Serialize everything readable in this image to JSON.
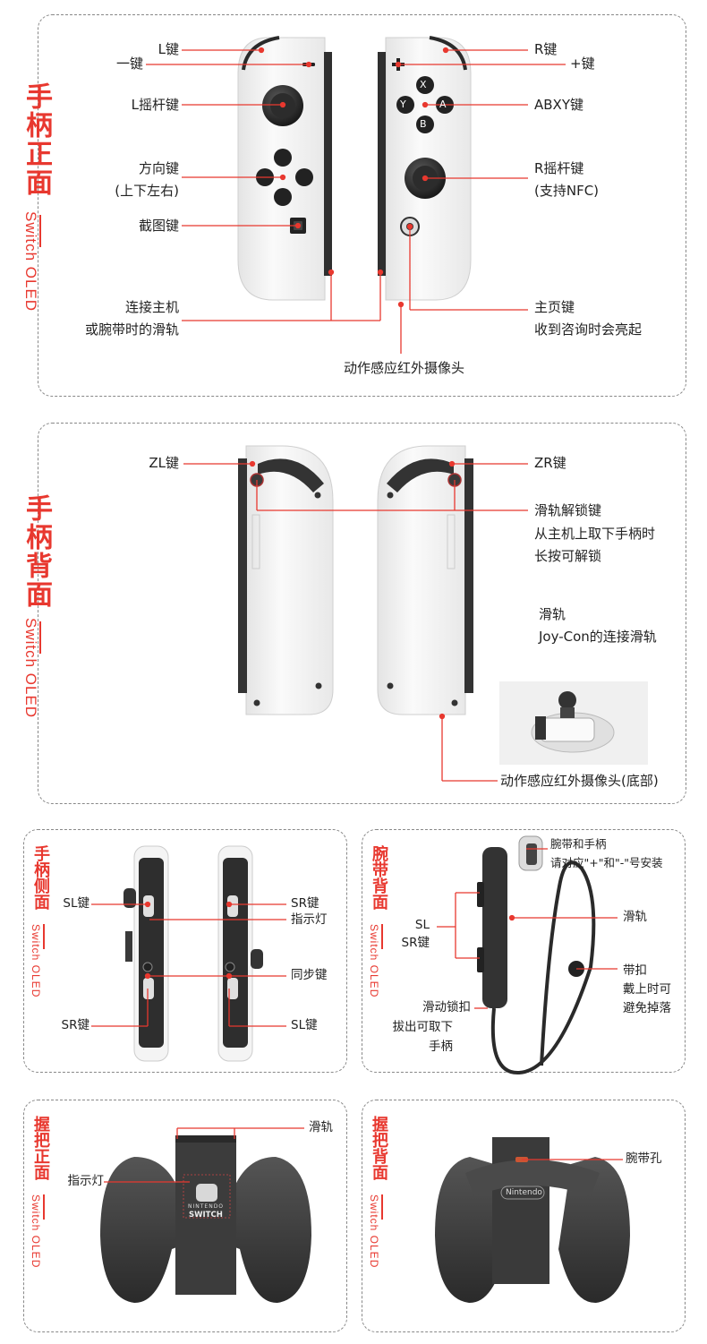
{
  "colors": {
    "accent": "#e8382f",
    "outline": "#888888",
    "body_white": "#f1f1f1",
    "rail_dark": "#3a3a3a",
    "grip_dark": "#404040"
  },
  "panels": {
    "front": {
      "title": "手柄正面",
      "subtitle": "Switch OLED",
      "labels": {
        "l_key": "L键",
        "minus_key": "一键",
        "l_stick": "L摇杆键",
        "dpad_1": "方向键",
        "dpad_2": "(上下左右)",
        "capture": "截图键",
        "rail_1": "连接主机",
        "rail_2": "或腕带时的滑轨",
        "r_key": "R键",
        "plus_key": "+键",
        "abxy": "ABXY键",
        "r_stick_1": "R摇杆键",
        "r_stick_2": "(支持NFC)",
        "home_1": "主页键",
        "home_2": "收到咨询时会亮起",
        "ir_camera": "动作感应红外摄像头"
      },
      "buttons": {
        "x": "X",
        "y": "Y",
        "a": "A",
        "b": "B"
      }
    },
    "back": {
      "title": "手柄背面",
      "subtitle": "Switch OLED",
      "labels": {
        "zl": "ZL键",
        "zr": "ZR键",
        "release_1": "滑轨解锁键",
        "release_2": "从主机上取下手柄时",
        "release_3": "长按可解锁",
        "rail_1": "滑轨",
        "rail_2": "Joy-Con的连接滑轨",
        "ir_bottom": "动作感应红外摄像头(底部)"
      }
    },
    "side": {
      "title": "手柄侧面",
      "subtitle": "Switch OLED",
      "labels": {
        "sl_left": "SL键",
        "sr_left": "SR键",
        "sr_right": "SR键",
        "indicator": "指示灯",
        "sync": "同步键",
        "sl_right": "SL键"
      }
    },
    "strap": {
      "title": "腕带背面",
      "subtitle": "Switch OLED",
      "labels": {
        "install_1": "腕带和手柄",
        "install_2": "请对应\"+\"和\"-\"号安装",
        "sl": "SL",
        "sr": "SR键",
        "rail": "滑轨",
        "clasp_1": "带扣",
        "clasp_2": "戴上时可",
        "clasp_3": "避免掉落",
        "lock_1": "滑动锁扣",
        "lock_2": "拔出可取下",
        "lock_3": "手柄"
      }
    },
    "grip_front": {
      "title": "握把正面",
      "subtitle": "Switch OLED",
      "labels": {
        "rail": "滑轨",
        "indicator": "指示灯"
      },
      "logo_1": "NINTENDO",
      "logo_2": "SWITCH"
    },
    "grip_back": {
      "title": "握把背面",
      "subtitle": "Switch OLED",
      "labels": {
        "strap_hole": "腕带孔"
      },
      "logo": "Nintendo"
    }
  }
}
